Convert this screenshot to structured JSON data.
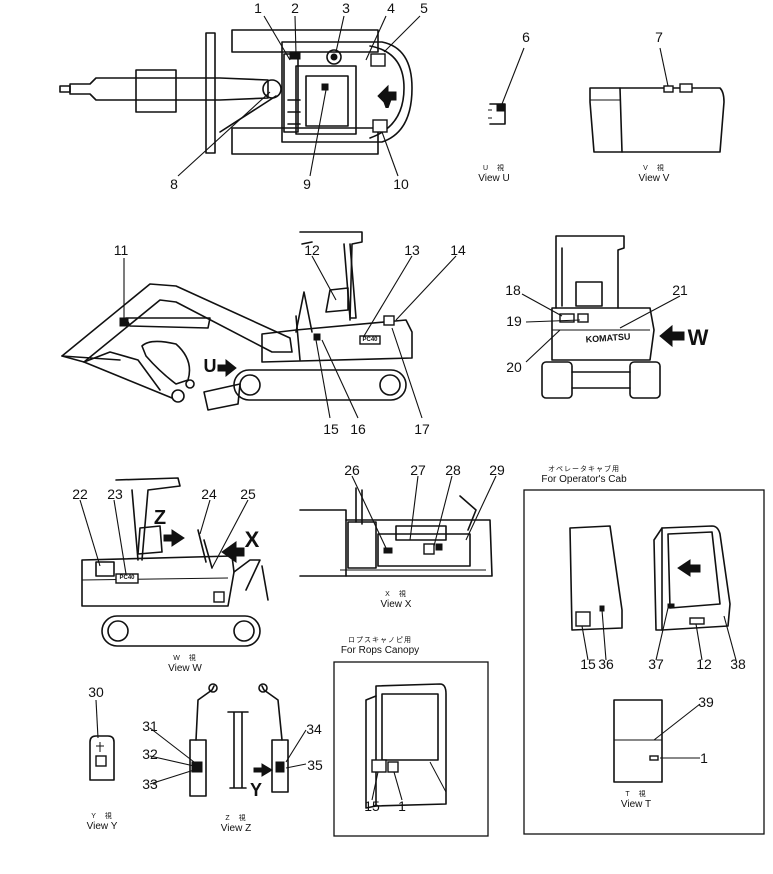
{
  "callouts": [
    {
      "id": "1",
      "text": "1"
    },
    {
      "id": "2",
      "text": "2"
    },
    {
      "id": "3",
      "text": "3"
    },
    {
      "id": "4",
      "text": "4"
    },
    {
      "id": "5",
      "text": "5"
    },
    {
      "id": "6",
      "text": "6"
    },
    {
      "id": "7",
      "text": "7"
    },
    {
      "id": "8",
      "text": "8"
    },
    {
      "id": "9",
      "text": "9"
    },
    {
      "id": "10",
      "text": "10"
    },
    {
      "id": "11",
      "text": "11"
    },
    {
      "id": "12",
      "text": "12"
    },
    {
      "id": "13",
      "text": "13"
    },
    {
      "id": "14",
      "text": "14"
    },
    {
      "id": "15",
      "text": "15"
    },
    {
      "id": "16",
      "text": "16"
    },
    {
      "id": "17",
      "text": "17"
    },
    {
      "id": "18",
      "text": "18"
    },
    {
      "id": "19",
      "text": "19"
    },
    {
      "id": "20",
      "text": "20"
    },
    {
      "id": "21",
      "text": "21"
    },
    {
      "id": "22",
      "text": "22"
    },
    {
      "id": "23",
      "text": "23"
    },
    {
      "id": "24",
      "text": "24"
    },
    {
      "id": "25",
      "text": "25"
    },
    {
      "id": "26",
      "text": "26"
    },
    {
      "id": "27",
      "text": "27"
    },
    {
      "id": "28",
      "text": "28"
    },
    {
      "id": "29",
      "text": "29"
    },
    {
      "id": "30",
      "text": "30"
    },
    {
      "id": "31",
      "text": "31"
    },
    {
      "id": "32",
      "text": "32"
    },
    {
      "id": "33",
      "text": "33"
    },
    {
      "id": "34",
      "text": "34"
    },
    {
      "id": "35",
      "text": "35"
    },
    {
      "id": "15b",
      "text": "15"
    },
    {
      "id": "36",
      "text": "36"
    },
    {
      "id": "37",
      "text": "37"
    },
    {
      "id": "12b",
      "text": "12"
    },
    {
      "id": "38",
      "text": "38"
    },
    {
      "id": "39",
      "text": "39"
    },
    {
      "id": "1b",
      "text": "1"
    },
    {
      "id": "15c",
      "text": "15"
    },
    {
      "id": "1c",
      "text": "1"
    }
  ],
  "captions": {
    "view_u": {
      "jp": "U　視",
      "en": "View  U"
    },
    "view_v": {
      "jp": "V　視",
      "en": "View  V"
    },
    "view_w": {
      "jp": "W　視",
      "en": "View  W"
    },
    "view_x": {
      "jp": "X　視",
      "en": "View  X"
    },
    "view_y": {
      "jp": "Y　視",
      "en": "View  Y"
    },
    "view_z": {
      "jp": "Z　視",
      "en": "View  Z"
    },
    "view_t": {
      "jp": "T　視",
      "en": "View  T"
    },
    "cab": {
      "jp": "オペレータキャブ用",
      "en": "For Operator's Cab"
    },
    "canopy": {
      "jp": "ロプスキャノピ用",
      "en": "For Rops Canopy"
    }
  },
  "view_markers": {
    "v": "V",
    "u": "U",
    "w": "W",
    "z": "Z",
    "x": "X",
    "y": "Y"
  },
  "decals": {
    "brand": "KOMATSU",
    "model": "PC40"
  }
}
